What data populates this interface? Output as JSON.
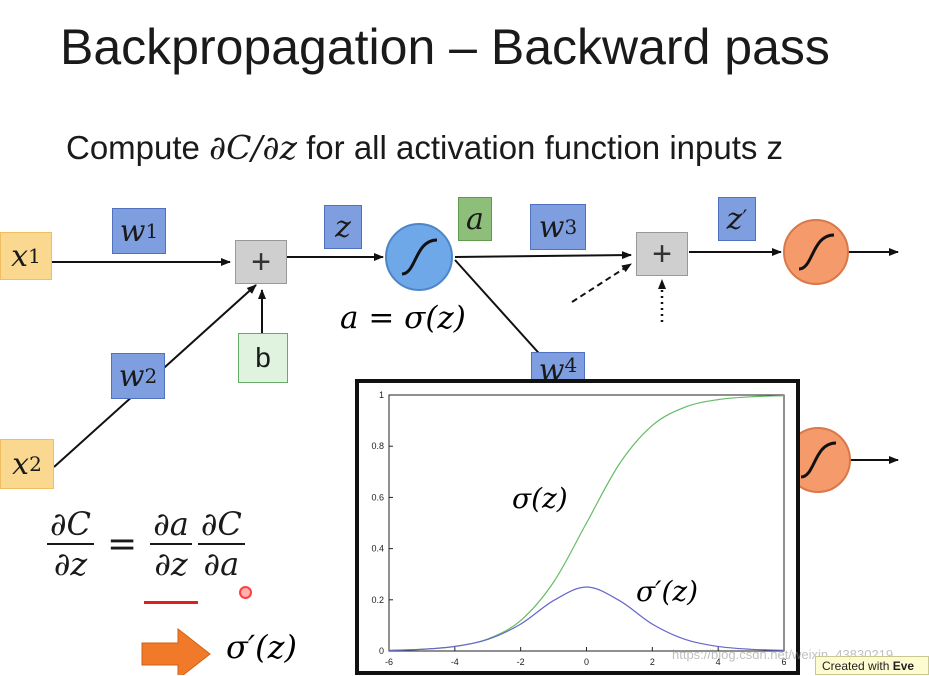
{
  "title": "Backpropagation – Backward pass",
  "subtitle": {
    "before": "Compute ",
    "math": "∂C/∂z",
    "after": " for all activation function inputs z"
  },
  "network": {
    "x1": {
      "base": "x",
      "sub": "1"
    },
    "x2": {
      "base": "x",
      "sub": "2"
    },
    "w1": {
      "base": "w",
      "sub": "1"
    },
    "w2": {
      "base": "w",
      "sub": "2"
    },
    "w3": {
      "base": "w",
      "sub": "3"
    },
    "w4": {
      "base": "w",
      "sub": "4"
    },
    "sum_symbol": "+",
    "bias": "b",
    "z": "z",
    "a": "a",
    "z_prime": {
      "base": "z",
      "sup": "′"
    },
    "activation_eq": "a = σ(z)"
  },
  "formula": {
    "lhs_num": "∂C",
    "lhs_den": "∂z",
    "equals": "=",
    "t1_num": "∂a",
    "t1_den": "∂z",
    "t2_num": "∂C",
    "t2_den": "∂a"
  },
  "result": "σ′(z)",
  "colors": {
    "input": "#fbd890",
    "weight": "#7f9ee0",
    "activation_out": "#8dbf7a",
    "bias": "#dff3df",
    "neuron_blue": "#6fa8e8",
    "neuron_orange": "#f59a6a",
    "arrow_orange": "#f07a2a",
    "sigma_curve": "#66bb66",
    "sigma_prime_curve": "#6666cc"
  },
  "chart_data": {
    "type": "line",
    "xlim": [
      -6,
      6
    ],
    "ylim": [
      0,
      1
    ],
    "x_ticks": [
      "-6",
      "-4",
      "-2",
      "0",
      "2",
      "4",
      "6"
    ],
    "y_ticks": [
      "0",
      "0.2",
      "0.4",
      "0.6",
      "0.8",
      "1"
    ],
    "series": [
      {
        "name": "σ(z)",
        "color": "#66bb66",
        "x": [
          -6,
          -5,
          -4,
          -3,
          -2,
          -1,
          0,
          1,
          2,
          3,
          4,
          5,
          6
        ],
        "y": [
          0.0025,
          0.0067,
          0.018,
          0.047,
          0.119,
          0.269,
          0.5,
          0.731,
          0.881,
          0.953,
          0.982,
          0.993,
          0.9975
        ]
      },
      {
        "name": "σ′(z)",
        "color": "#6666cc",
        "x": [
          -6,
          -5,
          -4,
          -3,
          -2,
          -1,
          0,
          1,
          2,
          3,
          4,
          5,
          6
        ],
        "y": [
          0.0025,
          0.0066,
          0.0177,
          0.0452,
          0.105,
          0.197,
          0.25,
          0.197,
          0.105,
          0.0452,
          0.0177,
          0.0066,
          0.0025
        ]
      }
    ]
  },
  "watermark": "https://blog.csdn.net/weixin_43830219",
  "badge": {
    "prefix": "Created with ",
    "brand": "Eve"
  }
}
